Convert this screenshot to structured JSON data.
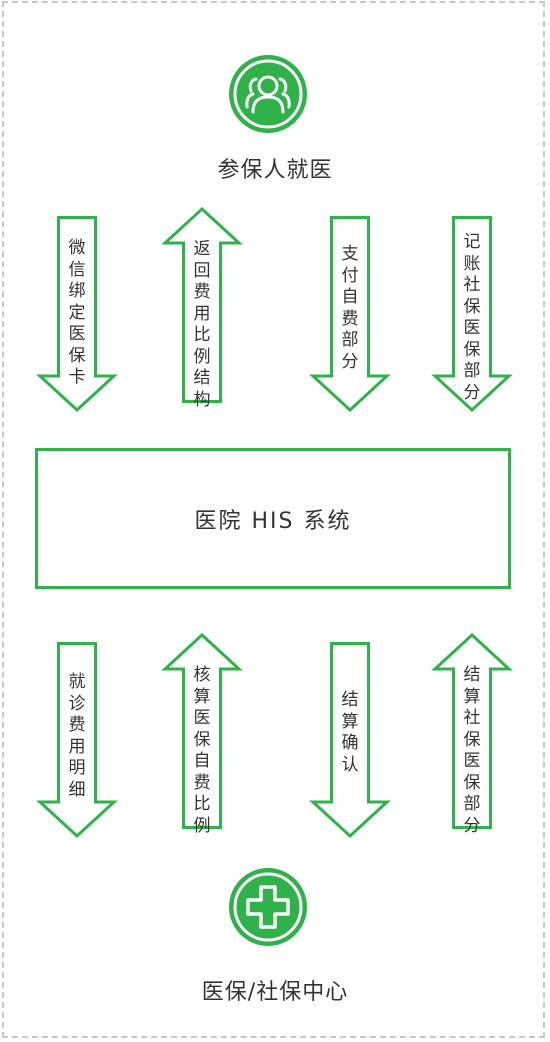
{
  "colors": {
    "accent": "#2fb24a",
    "text": "#333333",
    "frame": "#c8c8c8"
  },
  "top_node": {
    "icon": "users-icon",
    "label": "参保人就医"
  },
  "center_node": {
    "label": "医院 HIS 系统"
  },
  "bottom_node": {
    "icon": "medical-cross-icon",
    "label": "医保/社保中心"
  },
  "upper_arrows": [
    {
      "direction": "down",
      "label": "微信绑定医保卡"
    },
    {
      "direction": "up",
      "label": "返回费用比例结构"
    },
    {
      "direction": "down",
      "label": "支付自费部分"
    },
    {
      "direction": "down",
      "label": "记账社保医保部分"
    }
  ],
  "lower_arrows": [
    {
      "direction": "down",
      "label": "就诊费用明细"
    },
    {
      "direction": "up",
      "label": "核算医保自费比例"
    },
    {
      "direction": "down",
      "label": "结算确认"
    },
    {
      "direction": "up",
      "label": "结算社保医保部分"
    }
  ]
}
